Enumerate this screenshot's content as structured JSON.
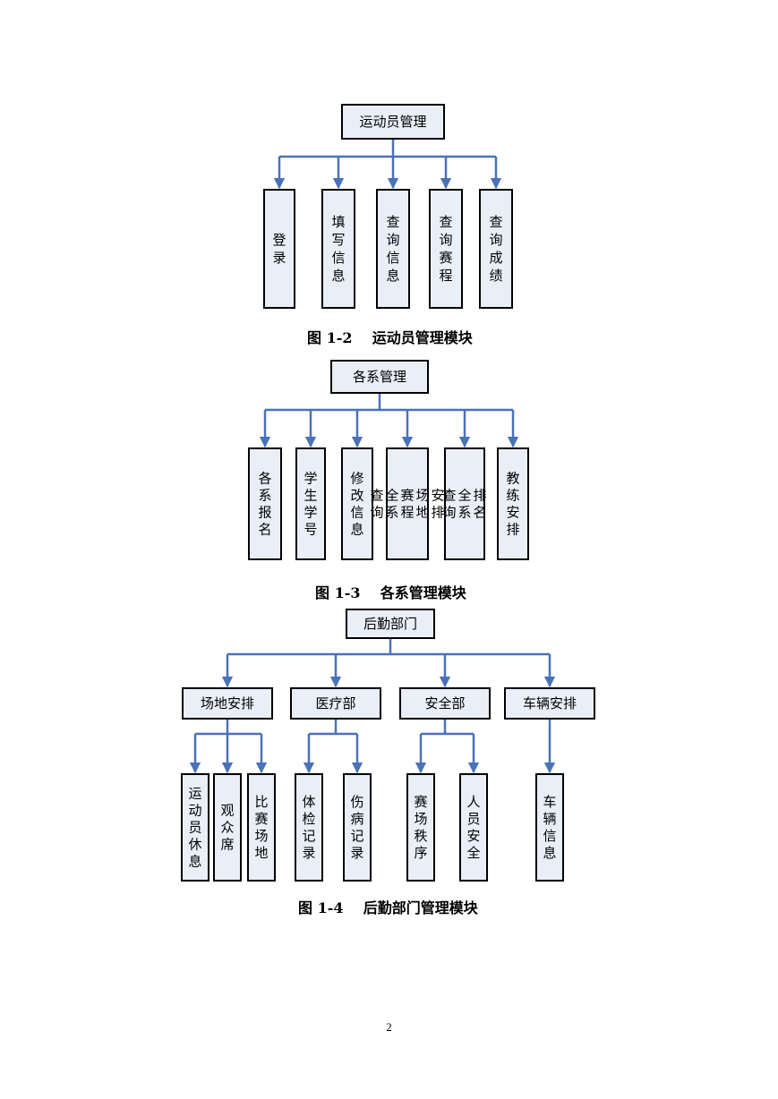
{
  "colors": {
    "connector": "#4a72b8",
    "box_fill": "#e9eef7",
    "box_stroke": "#000000"
  },
  "figures": [
    {
      "caption": "图 1-2    运动员管理模块",
      "root": "运动员管理",
      "children": [
        "登录",
        "填写信息",
        "查询信息",
        "查询赛程",
        "查询成绩"
      ]
    },
    {
      "caption": "图 1-3    各系管理模块",
      "root": "各系管理",
      "children": [
        "各系报名",
        "学生学号",
        "修改信息",
        "查询全系赛程场地安排",
        "查询全系排名",
        "教练安排"
      ]
    },
    {
      "caption": "图 1-4    后勤部门管理模块",
      "root": "后勤部门",
      "groups": [
        {
          "label": "场地安排",
          "children": [
            "运动员休息",
            "观众席",
            "比赛场地"
          ]
        },
        {
          "label": "医疗部",
          "children": [
            "体检记录",
            "伤病记录"
          ]
        },
        {
          "label": "安全部",
          "children": [
            "赛场秩序",
            "人员安全"
          ]
        },
        {
          "label": "车辆安排",
          "children": [
            "车辆信息"
          ]
        }
      ]
    }
  ],
  "page_number": "2"
}
